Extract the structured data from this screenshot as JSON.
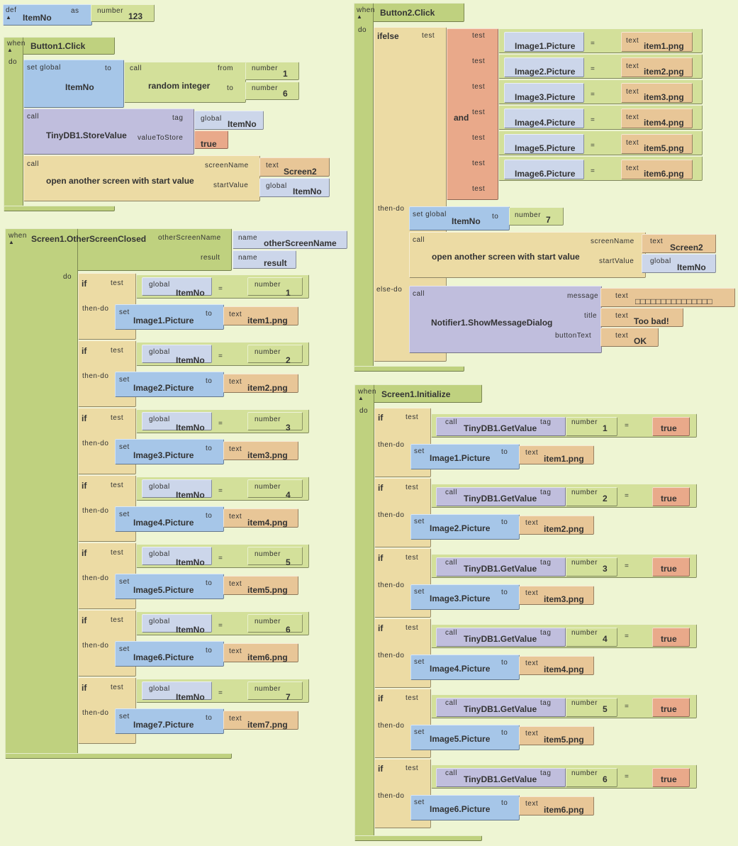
{
  "def_block": {
    "kw": "def",
    "name": "ItemNo",
    "as": "as",
    "type": "number",
    "value": "123"
  },
  "button1_click": {
    "when": "when",
    "event": "Button1.Click",
    "do": "do",
    "set_global": {
      "kw": "set global",
      "var": "ItemNo",
      "to": "to"
    },
    "random": {
      "call": "call",
      "name": "random integer",
      "from": "from",
      "to": "to",
      "from_type": "number",
      "from_val": "1",
      "to_type": "number",
      "to_val": "6"
    },
    "store": {
      "call": "call",
      "name": "TinyDB1.StoreValue",
      "tag": "tag",
      "tag_kw": "global",
      "tag_val": "ItemNo",
      "vts": "valueToStore",
      "vts_val": "true"
    },
    "open": {
      "call": "call",
      "name": "open another screen with start value",
      "sn": "screenName",
      "sn_type": "text",
      "sn_val": "Screen2",
      "sv": "startValue",
      "sv_type": "global",
      "sv_val": "ItemNo"
    }
  },
  "other_closed": {
    "when": "when",
    "event": "Screen1.OtherScreenClosed",
    "p1": "otherScreenName",
    "p1_kw": "name",
    "p1_val": "otherScreenName",
    "p2": "result",
    "p2_kw": "name",
    "p2_val": "result",
    "do": "do",
    "ifs": [
      {
        "n": "1",
        "img": "Image1.Picture",
        "file": "item1.png"
      },
      {
        "n": "2",
        "img": "Image2.Picture",
        "file": "item2.png"
      },
      {
        "n": "3",
        "img": "Image3.Picture",
        "file": "item3.png"
      },
      {
        "n": "4",
        "img": "Image4.Picture",
        "file": "item4.png"
      },
      {
        "n": "5",
        "img": "Image5.Picture",
        "file": "item5.png"
      },
      {
        "n": "6",
        "img": "Image6.Picture",
        "file": "item6.png"
      },
      {
        "n": "7",
        "img": "Image7.Picture",
        "file": "item7.png"
      }
    ]
  },
  "button2_click": {
    "when": "when",
    "event": "Button2.Click",
    "do": "do",
    "ifelse": "ifelse",
    "test": "test",
    "and": "and",
    "tests": [
      {
        "img": "Image1.Picture",
        "file": "item1.png"
      },
      {
        "img": "Image2.Picture",
        "file": "item2.png"
      },
      {
        "img": "Image3.Picture",
        "file": "item3.png"
      },
      {
        "img": "Image4.Picture",
        "file": "item4.png"
      },
      {
        "img": "Image5.Picture",
        "file": "item5.png"
      },
      {
        "img": "Image6.Picture",
        "file": "item6.png"
      }
    ],
    "then_do": "then-do",
    "else_do": "else-do",
    "set_val": "7",
    "open": {
      "sn_val": "Screen2",
      "sv_val": "ItemNo"
    },
    "notifier": {
      "call": "call",
      "name": "Notifier1.ShowMessageDialog",
      "message": "message",
      "message_val": "□□□□□□□□□□□□□□□",
      "title": "title",
      "title_val": "Too bad!",
      "buttonText": "buttonText",
      "button_val": "OK"
    }
  },
  "init": {
    "when": "when",
    "event": "Screen1.Initialize",
    "do": "do",
    "ifs": [
      {
        "n": "1",
        "img": "Image1.Picture",
        "file": "item1.png"
      },
      {
        "n": "2",
        "img": "Image2.Picture",
        "file": "item2.png"
      },
      {
        "n": "3",
        "img": "Image3.Picture",
        "file": "item3.png"
      },
      {
        "n": "4",
        "img": "Image4.Picture",
        "file": "item4.png"
      },
      {
        "n": "5",
        "img": "Image5.Picture",
        "file": "item5.png"
      },
      {
        "n": "6",
        "img": "Image6.Picture",
        "file": "item6.png"
      }
    ]
  },
  "labels": {
    "if": "if",
    "test": "test",
    "then_do": "then-do",
    "set": "set",
    "to": "to",
    "text": "text",
    "number": "number",
    "global": "global",
    "call": "call",
    "tag": "tag",
    "eq": "=",
    "true": "true",
    "getvalue": "TinyDB1.GetValue",
    "itemno": "ItemNo",
    "set_global": "set global",
    "screenName": "screenName",
    "startValue": "startValue",
    "open_name": "open another screen with start value"
  }
}
